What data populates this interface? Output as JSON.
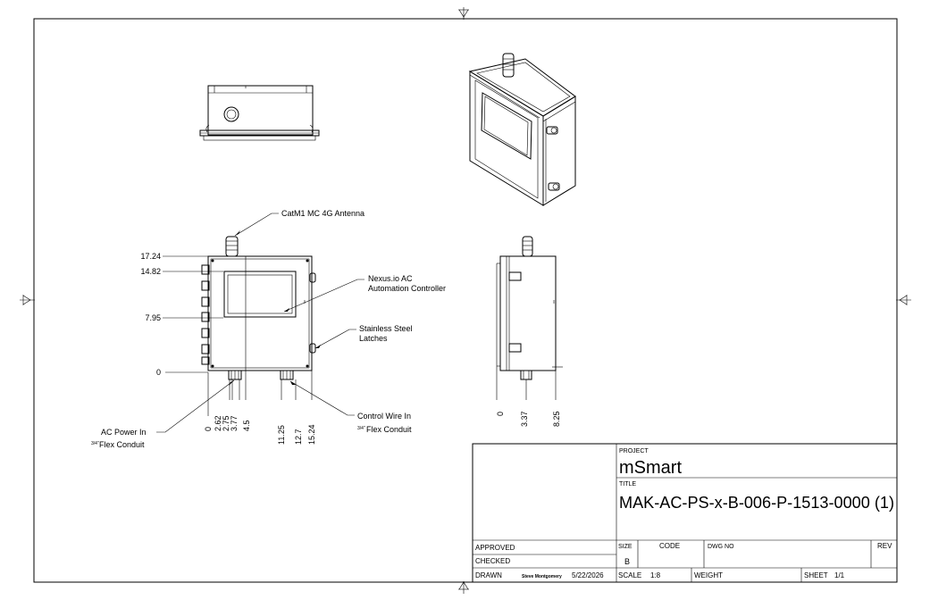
{
  "annotations": {
    "antenna": "CatM1 MC 4G Antenna",
    "controller_line1": "Nexus.io AC",
    "controller_line2": "Automation Controller",
    "latches_line1": "Stainless Steel",
    "latches_line2": "Latches",
    "ac_power_line1": "AC Power In",
    "ac_power_line2": "Flex Conduit",
    "control_wire_line1": "Control Wire In",
    "control_wire_line2": "Flex Conduit",
    "fraction": "3/4\""
  },
  "front_dims": {
    "vertical": [
      "17.24",
      "14.82",
      "7.95",
      "0"
    ],
    "horizontal": [
      "0",
      "2.62",
      "2.75",
      "3.77",
      "4.5",
      "11.25",
      "12.7",
      "15.24"
    ]
  },
  "side_dims": {
    "horizontal": [
      "0",
      "3.37",
      "8.25"
    ]
  },
  "title_block": {
    "project_label": "PROJECT",
    "project_value": "mSmart",
    "title_label": "TITLE",
    "title_value": "MAK-AC-PS-x-B-006-P-1513-0000 (1)",
    "approved": "APPROVED",
    "checked": "CHECKED",
    "drawn": "DRAWN",
    "drawn_by": "Steve Montgomery",
    "drawn_date": "5/22/2026",
    "size_label": "SIZE",
    "size_value": "B",
    "code_label": "CODE",
    "dwg_label": "DWG NO",
    "rev_label": "REV",
    "scale_label": "SCALE",
    "scale_value": "1:8",
    "weight_label": "WEIGHT",
    "sheet_label": "SHEET",
    "sheet_value": "1/1"
  }
}
